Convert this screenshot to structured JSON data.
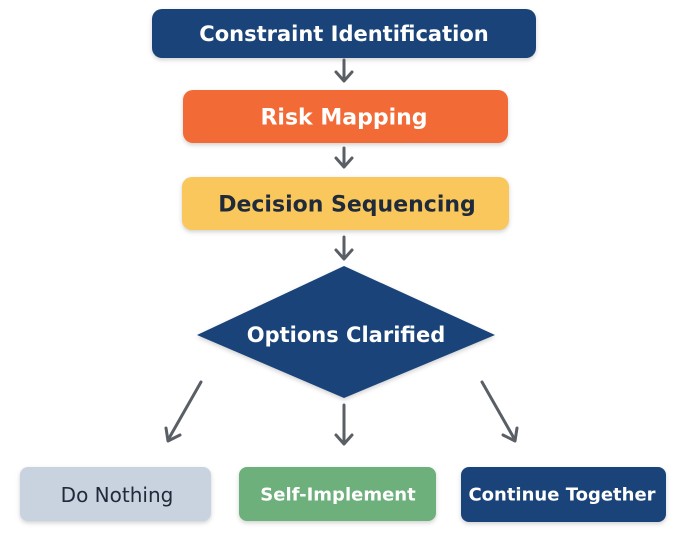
{
  "colors": {
    "navy": "#1a4479",
    "orange": "#f26a35",
    "yellow": "#f9c75b",
    "gray": "#c9d2df",
    "green": "#6db07c",
    "arrow": "#5a5f66",
    "text_light": "#ffffff",
    "text_dark": "#1f2a3a"
  },
  "nodes": {
    "constraint": {
      "label": "Constraint Identification"
    },
    "risk": {
      "label": "Risk Mapping"
    },
    "sequencing": {
      "label": "Decision Sequencing"
    },
    "options": {
      "label": "Options Clarified"
    },
    "do_nothing": {
      "label": "Do Nothing"
    },
    "self_implement": {
      "label": "Self-Implement"
    },
    "continue_together": {
      "label": "Continue Together"
    }
  }
}
